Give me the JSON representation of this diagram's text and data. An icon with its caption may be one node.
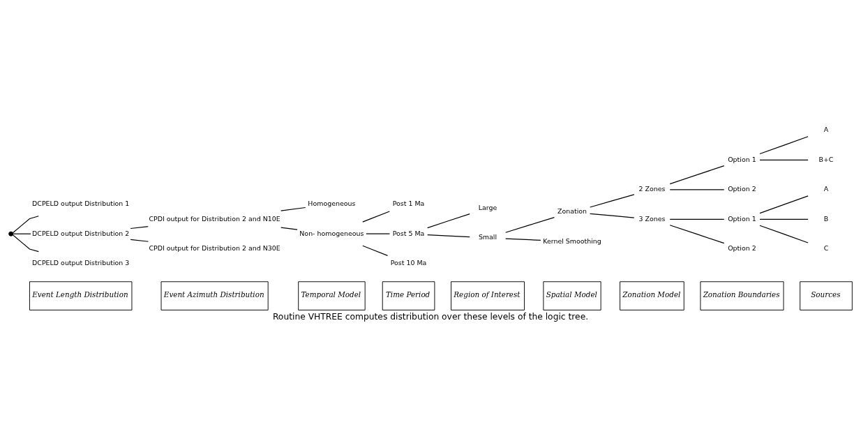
{
  "diagram": {
    "caption": "Routine VHTREE computes distribution over these levels of the logic tree.",
    "nodes": [
      {
        "text": [],
        "shape": "circle"
      },
      {
        "text": [
          "DCPELD output Distribution 1"
        ]
      },
      {
        "text": [
          "DCPELD output Distribution 2"
        ]
      },
      {
        "text": [
          "DCPELD output Distribution 3"
        ]
      },
      {
        "text": [
          "CPDI output for Distribution 2 and N10E"
        ]
      },
      {
        "text": [
          "CPDI output for Distribution 2 and N30E"
        ]
      },
      {
        "text": [
          "Homogeneous"
        ]
      },
      {
        "text": [
          "Non- homogeneous"
        ]
      },
      {
        "text": [
          "Post 1 Ma"
        ]
      },
      {
        "text": [
          "Post 5 Ma"
        ]
      },
      {
        "text": [
          "Post 10 Ma"
        ]
      },
      {
        "text": [
          "Large"
        ]
      },
      {
        "text": [
          "Small"
        ]
      },
      {
        "text": [
          "Zonation"
        ]
      },
      {
        "text": [
          "Kernel Smoothing"
        ]
      },
      {
        "text": [
          "2 Zones"
        ]
      },
      {
        "text": [
          "3 Zones"
        ]
      },
      {
        "text": [
          "Option 1"
        ]
      },
      {
        "text": [
          "Option 2"
        ]
      },
      {
        "text": [
          "Option 1"
        ]
      },
      {
        "text": [
          "Option 2"
        ]
      },
      {
        "text": [
          "A"
        ]
      },
      {
        "text": [
          "B+C"
        ]
      },
      {
        "text": [
          "A"
        ]
      },
      {
        "text": [
          "B"
        ]
      },
      {
        "text": [
          "C"
        ]
      }
    ],
    "edges": [
      {
        "from": 0,
        "to": 1,
        "arrow": "none"
      },
      {
        "from": 0,
        "to": 2,
        "arrow": "none"
      },
      {
        "from": 0,
        "to": 3,
        "arrow": "none"
      },
      {
        "from": 2,
        "to": 4,
        "arrow": "none"
      },
      {
        "from": 2,
        "to": 5,
        "arrow": "none"
      },
      {
        "from": 4,
        "to": 6,
        "arrow": "none"
      },
      {
        "from": 4,
        "to": 7,
        "arrow": "none"
      },
      {
        "from": 7,
        "to": 8,
        "arrow": "none"
      },
      {
        "from": 7,
        "to": 9,
        "arrow": "none"
      },
      {
        "from": 7,
        "to": 10,
        "arrow": "none"
      },
      {
        "from": 9,
        "to": 11,
        "arrow": "none"
      },
      {
        "from": 9,
        "to": 12,
        "arrow": "none"
      },
      {
        "from": 12,
        "to": 13,
        "arrow": "none"
      },
      {
        "from": 12,
        "to": 14,
        "arrow": "none"
      },
      {
        "from": 13,
        "to": 15,
        "arrow": "none"
      },
      {
        "from": 13,
        "to": 16,
        "arrow": "none"
      },
      {
        "from": 15,
        "to": 17,
        "arrow": "none"
      },
      {
        "from": 15,
        "to": 18,
        "arrow": "none"
      },
      {
        "from": 16,
        "to": 19,
        "arrow": "none"
      },
      {
        "from": 16,
        "to": 20,
        "arrow": "none"
      },
      {
        "from": 17,
        "to": 21,
        "arrow": "none"
      },
      {
        "from": 17,
        "to": 22,
        "arrow": "none"
      },
      {
        "from": 19,
        "to": 23,
        "arrow": "none"
      },
      {
        "from": 19,
        "to": 24,
        "arrow": "none"
      },
      {
        "from": 19,
        "to": 25,
        "arrow": "none"
      }
    ],
    "labels": [
      "Event Length Distribution",
      "Event Azimuth Distribution",
      "Temporal Model",
      "Time Period",
      "Region of Interest",
      "Spatial Model",
      "Zonation Model",
      "Zonation Boundaries",
      "Sources"
    ]
  }
}
